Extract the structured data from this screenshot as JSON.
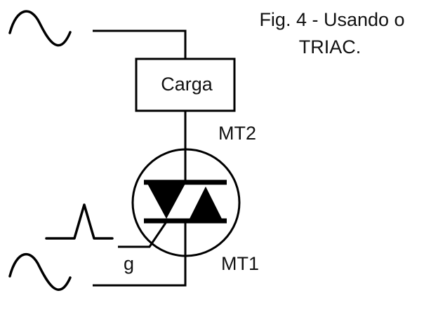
{
  "figure": {
    "caption_line1": "Fig. 4 - Usando o",
    "caption_line2": "TRIAC."
  },
  "components": {
    "load_label": "Carga",
    "terminal_mt2": "MT2",
    "terminal_mt1": "MT1",
    "terminal_gate": "g"
  },
  "symbols": {
    "ac_source_top": "sine-wave-icon",
    "ac_source_bottom": "sine-wave-icon",
    "gate_pulse": "pulse-icon",
    "triac": "triac-symbol"
  }
}
